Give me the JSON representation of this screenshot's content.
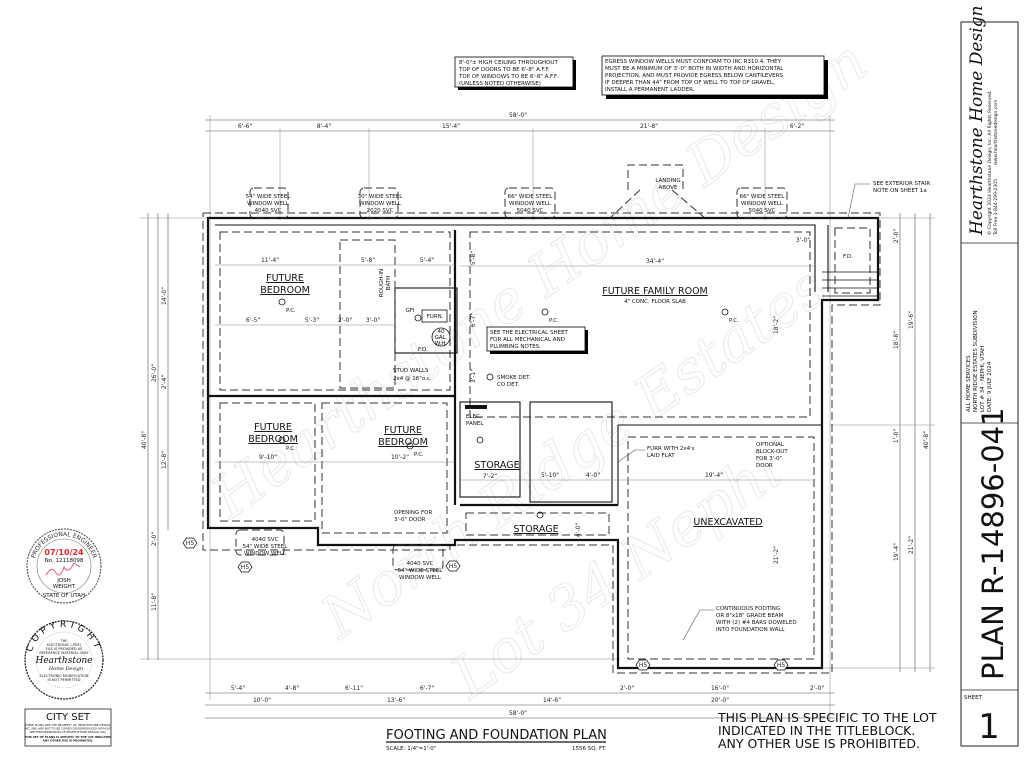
{
  "notes": {
    "ceiling": [
      "8'-0\"± HIGH CEILING THROUGHOUT",
      "TOP OF DOORS TO BE 6'-8\" A.F.F.",
      "TOP OF WINDOWS TO BE 6'-8\" A.F.F.",
      "(UNLESS NOTED OTHERWISE)"
    ],
    "egress": [
      "EGRESS WINDOW WELLS MUST CONFORM TO IRC R310.4. THEY",
      "MUST BE A MINIMUM OF 3'-0\" BOTH IN WIDTH AND HORIZONTAL",
      "PROJECTION, AND MUST PROVIDE EGRESS BELOW CANTILEVERS.",
      "IF DEEPER THAN 44\" FROM TOP OF WELL TO TOP OF GRAVEL,",
      "INSTALL A PERMANENT LADDER."
    ],
    "electrical": [
      "SEE THE ELECTRICAL SHEET",
      "FOR ALL MECHANICAL AND",
      "PLUMBING NOTES."
    ],
    "stud_walls": [
      "STUD WALLS",
      "2x4 @ 16\"o.c."
    ],
    "smoke": [
      "SMOKE DET.",
      "CO DET."
    ],
    "furr": [
      "FURR WITH 2x4's",
      "LAID FLAT"
    ],
    "blockout": [
      "OPTIONAL",
      "BLOCK-OUT",
      "FOR 3'-0\"",
      "DOOR"
    ],
    "footing": [
      "CONTINUOUS FOOTING",
      "OR 8\"x18\" GRADE BEAM",
      "WITH (2) #4 BARS DOWELED",
      "INTO FOUNDATION WALL"
    ],
    "opening": [
      "OPENING FOR",
      "3'-0\" DOOR"
    ],
    "landing": [
      "LANDING",
      "ABOVE"
    ],
    "ext_stair": [
      "SEE EXTERIOR STAIR",
      "NOTE ON SHEET 1a"
    ],
    "specific": [
      "THIS PLAN IS SPECIFIC TO THE LOT",
      "INDICATED IN THE TITLEBLOCK.",
      "ANY OTHER USE IS PROHIBITED."
    ]
  },
  "window_wells": {
    "w1": [
      "54\" WIDE STEEL",
      "WINDOW WELL",
      "4040 SVC"
    ],
    "w2": [
      "30\" WIDE STEEL",
      "WINDOW WELL",
      "2020 SVC"
    ],
    "w3": [
      "66\" WIDE STEEL",
      "WINDOW WELL",
      "5040 SVC"
    ],
    "w4": [
      "66\" WIDE STEEL",
      "WINDOW WELL",
      "5040 SVC"
    ],
    "w5": [
      "4040 SVC",
      "54\" WIDE STEEL",
      "WINDOW WELL"
    ],
    "w6": [
      "4040 SVC",
      "54\" WIDE STEEL",
      "WINDOW WELL"
    ]
  },
  "rooms": {
    "bed1": [
      "FUTURE",
      "BEDROOM"
    ],
    "bed2": [
      "FUTURE",
      "BEDROOM"
    ],
    "bed3": [
      "FUTURE",
      "BEDROOM"
    ],
    "bath": [
      "ROUGH-IN",
      "BATH"
    ],
    "family": "FUTURE FAMILY ROOM",
    "family_sub": "4\" CONC. FLOOR SLAB",
    "storage1": "STORAGE",
    "storage2": "STORAGE",
    "unexcavated": "UNEXCAVATED",
    "elec_panel": [
      "ELEC.",
      "PANEL"
    ],
    "furn": "FURN.",
    "wh": [
      "40",
      "GAL.",
      "W.H."
    ],
    "gfi": "GFI",
    "fd": "F.D.",
    "fd2": "F.D.",
    "pc": "P.C."
  },
  "dims": {
    "top_total": "58'-0\"",
    "top": [
      "6'-6\"",
      "8'-4\"",
      "15'-4\"",
      "21'-8\"",
      "6'-2\""
    ],
    "bottom_a": [
      "5'-4\"",
      "4'-8\"",
      "6'-11\"",
      "6'-7\"",
      "2'-0\"",
      "16'-0\"",
      "2'-0\""
    ],
    "bottom_b": [
      "10'-0\"",
      "13'-6\"",
      "14'-6\"",
      "20'-0\""
    ],
    "bottom_total": "58'-0\"",
    "left_total": "40'-8\"",
    "left_b": [
      "26'-0\"",
      "2'-0\"",
      "11'-8\""
    ],
    "left_a": [
      "14'-0\"",
      "2'-4\"",
      "12'-8\""
    ],
    "right_a": [
      "2'-0\"",
      "18'-8\"",
      "1'-0\"",
      "19'-4\""
    ],
    "right_b": [
      "19'-6\"",
      "21'-2\""
    ],
    "right_total": "40'-8\"",
    "inner": [
      "11'-4\"",
      "5'-8\"",
      "5'-4\"",
      "6'-5\"",
      "5'-3\"",
      "2'-0\"",
      "3'-0\"",
      "34'-4\"",
      "9'-10\"",
      "10'-2\"",
      "7'-2\"",
      "5'-10\"",
      "4'-0\"",
      "19'-4\"",
      "18'-2\"",
      "21'-2\"",
      "3'-0\"",
      "5'-8\"",
      "6'-7\"",
      "3'-1\"",
      "4'-0\""
    ]
  },
  "marker": "H5",
  "title": {
    "name": "FOOTING AND FOUNDATION PLAN",
    "scale": "SCALE: 1/4\"=1'-0\"",
    "area": "1556 SQ. FT."
  },
  "titleblock": {
    "brand": "Hearthstone Home Design",
    "copyright": "© Copyright 2024 Hearthstone Design, Inc. All Rights Reserved.",
    "tollfree": "Toll Free 1-844-299-2305",
    "web": "www.hearthstonedesign.com",
    "project": [
      "ALL HOME SERVICES",
      "NORTH RIDGE ESTATES SUBDIVISION",
      "LOT # 34 - NEPHI, UTAH",
      "DATE: 9 JULY 2024"
    ],
    "plan": "PLAN R-14896-041",
    "sheet_label": "SHEET",
    "sheet_num": "1"
  },
  "seals": {
    "pe_ring": "PROFESSIONAL ENGINEER",
    "pe_date": "07/10/24",
    "pe_no": "No. 12118098",
    "pe_name": [
      "JOSH",
      "WEIGHT"
    ],
    "pe_state": "STATE OF UTAH",
    "copyright_ring": "COPYRIGHT",
    "copyright_text": [
      "THE",
      "ELECTRONIC (.PDF)",
      "FILE IS PROVIDED AS",
      "REFERENCE MATERIAL ONLY"
    ],
    "copyright_brand": [
      "Hearthstone",
      "Home Design"
    ],
    "copyright_foot": [
      "ELECTRONIC MODIFICATION",
      "IS NOT PERMITTED"
    ],
    "city_set": "CITY SET",
    "city_text": [
      "THESE PLANS ARE THE PROPERTY OF HEARTHSTONE DESIGN,",
      "INC. AND ARE NOT TO BE COPIED OR REPRODUCED WITHOUT",
      "WRITTEN PERMISSION OF HEARTHSTONE DESIGN, INC.",
      "THIS SET OF PLANS IS SPECIFIC TO THE LOT INDICATED",
      "ANY OTHER USE IS PROHIBITED."
    ]
  },
  "watermark": [
    "Hearthstone Home Design",
    "North Ridge Estates",
    "Lot 34 Nephi"
  ],
  "colors": {
    "ink": "#111111",
    "seal_red": "#e8242c",
    "watermark": "#e6e6e6"
  }
}
